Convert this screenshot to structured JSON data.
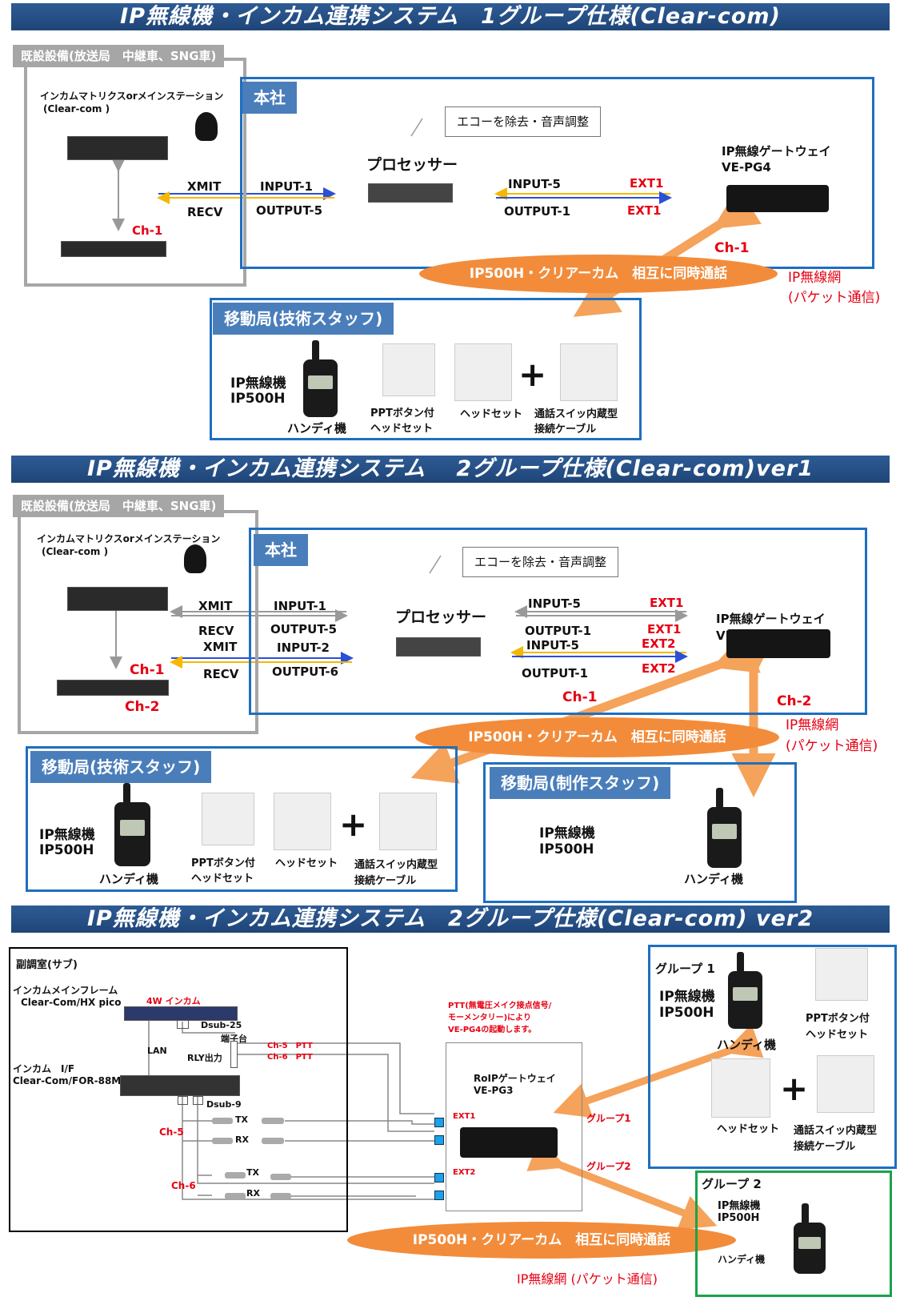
{
  "sec1": {
    "banner": "IP無線機・インカム連携システム　1グループ仕様(Clear-com)",
    "existing_tab": "既設設備(放送局　中継車、SNG車)",
    "intercom_label": "インカムマトリクスorメインステーション",
    "intercom_sub": "(Clear-com )",
    "hq_tab": "本社",
    "callout": "エコーを除去・音声調整",
    "processor": "プロセッサー",
    "gateway_l1": "IP無線ゲートウェイ",
    "gateway_l2": "VE-PG4",
    "xmit": "XMIT",
    "recv": "RECV",
    "in1": "INPUT-1",
    "out5": "OUTPUT-5",
    "in5": "INPUT-5",
    "out1": "OUTPUT-1",
    "ext1a": "EXT1",
    "ext1b": "EXT1",
    "ch1_left": "Ch-1",
    "ch1_right": "Ch-1",
    "ellipse": "IP500H・クリアーカム　相互に同時通話",
    "ipnet_l1": "IP無線網",
    "ipnet_l2": "(パケット通信)",
    "mobile_tab": "移動局(技術スタッフ)",
    "radio_l1": "IP無線機",
    "radio_l2": "IP500H",
    "handy": "ハンディ機",
    "ppt_l1": "PPTボタン付",
    "ppt_l2": "ヘッドセット",
    "headset": "ヘッドセット",
    "cable_l1": "通話スイッ内蔵型",
    "cable_l2": "接続ケーブル",
    "plus": "+"
  },
  "sec2": {
    "banner": "IP無線機・インカム連携システム　 2グループ仕様(Clear-com)ver1",
    "existing_tab": "既設設備(放送局　中継車、SNG車)",
    "intercom_label": "インカムマトリクスorメインステーション",
    "intercom_sub": "(Clear-com )",
    "hq_tab": "本社",
    "callout": "エコーを除去・音声調整",
    "processor": "プロセッサー",
    "gateway_l1": "IP無線ゲートウェイ",
    "gateway_l2": "VE",
    "xmit1": "XMIT",
    "recv1": "RECV",
    "xmit2": "XMIT",
    "recv2": "RECV",
    "in1": "INPUT-1",
    "out5": "OUTPUT-5",
    "in2": "INPUT-2",
    "out6": "OUTPUT-6",
    "r_in5a": "INPUT-5",
    "r_out1a": "OUTPUT-1",
    "r_in5b": "INPUT-5",
    "r_out1b": "OUTPUT-1",
    "ext1a": "EXT1",
    "ext1b": "EXT1",
    "ext2a": "EXT2",
    "ext2b": "EXT2",
    "ch1_left": "Ch-1",
    "ch2_left": "Ch-2",
    "ch1_mid": "Ch-1",
    "ch2_right": "Ch-2",
    "ellipse": "IP500H・クリアーカム　相互に同時通話",
    "ipnet_l1": "IP無線網",
    "ipnet_l2": "(パケット通信)",
    "mobile_tab": "移動局(技術スタッフ)",
    "prod_tab": "移動局(制作スタッフ)",
    "radio_l1": "IP無線機",
    "radio_l2": "IP500H",
    "handy": "ハンディ機",
    "ppt_l1": "PPTボタン付",
    "ppt_l2": "ヘッドセット",
    "headset": "ヘッドセット",
    "cable_l1": "通話スイッ内蔵型",
    "cable_l2": "接続ケーブル",
    "plus": "+",
    "prod_radio_l1": "IP無線機",
    "prod_radio_l2": "IP500H",
    "prod_handy": "ハンディ機"
  },
  "sec3": {
    "banner": "IP無線機・インカム連携システム　2グループ仕様(Clear-com) ver2",
    "sub_room": "副調室(サブ)",
    "mainframe_l1": "インカムメインフレーム",
    "mainframe_l2": "Clear-Com/HX pico",
    "w4": "4W インカム",
    "dsub25": "Dsub-25",
    "terminal": "端子台",
    "lan": "LAN",
    "rly": "RLY出力",
    "ch5ptt": "Ch-5　PTT",
    "ch6ptt": "Ch-6　PTT",
    "if_l1": "インカム　I/F",
    "if_l2": "Clear-Com/FOR-88M",
    "dsub9": "Dsub-9",
    "tx1": "TX",
    "rx1": "RX",
    "tx2": "TX",
    "rx2": "RX",
    "ch5": "Ch-5",
    "ch6": "Ch-6",
    "ptt_note_l1": "PTT(無電圧メイク接点信号/",
    "ptt_note_l2": "モーメンタリー)により",
    "ptt_note_l3": "VE-PG4の起動します。",
    "roip_l1": "RoIPゲートウェイ",
    "roip_l2": "VE-PG3",
    "ext1": "EXT1",
    "ext2": "EXT2",
    "group1_arrow": "グループ1",
    "group2_arrow": "グループ2",
    "ellipse": "IP500H・クリアーカム　相互に同時通話",
    "ipnet": "IP無線網 (パケット通信)",
    "g1_title": "グループ 1",
    "g1_radio_l1": "IP無線機",
    "g1_radio_l2": "IP500H",
    "g1_handy": "ハンディ機",
    "g1_ppt_l1": "PPTボタン付",
    "g1_ppt_l2": "ヘッドセット",
    "g1_headset": "ヘッドセット",
    "g1_cable_l1": "通話スイッ内蔵型",
    "g1_cable_l2": "接続ケーブル",
    "plus": "+",
    "g2_title": "グループ 2",
    "g2_radio_l1": "IP無線機",
    "g2_radio_l2": "IP500H",
    "g2_handy": "ハンディ機"
  },
  "colors": {
    "banner": "#1f4577",
    "blue_border": "#1e6fc0",
    "tab_blue": "#4a7ebb",
    "gray": "#a6a6a6",
    "orange": "#f28c3b",
    "red": "#e60012",
    "green": "#1aa34a",
    "yellow": "#f5b800",
    "arrow_blue": "#2b4fd8"
  }
}
